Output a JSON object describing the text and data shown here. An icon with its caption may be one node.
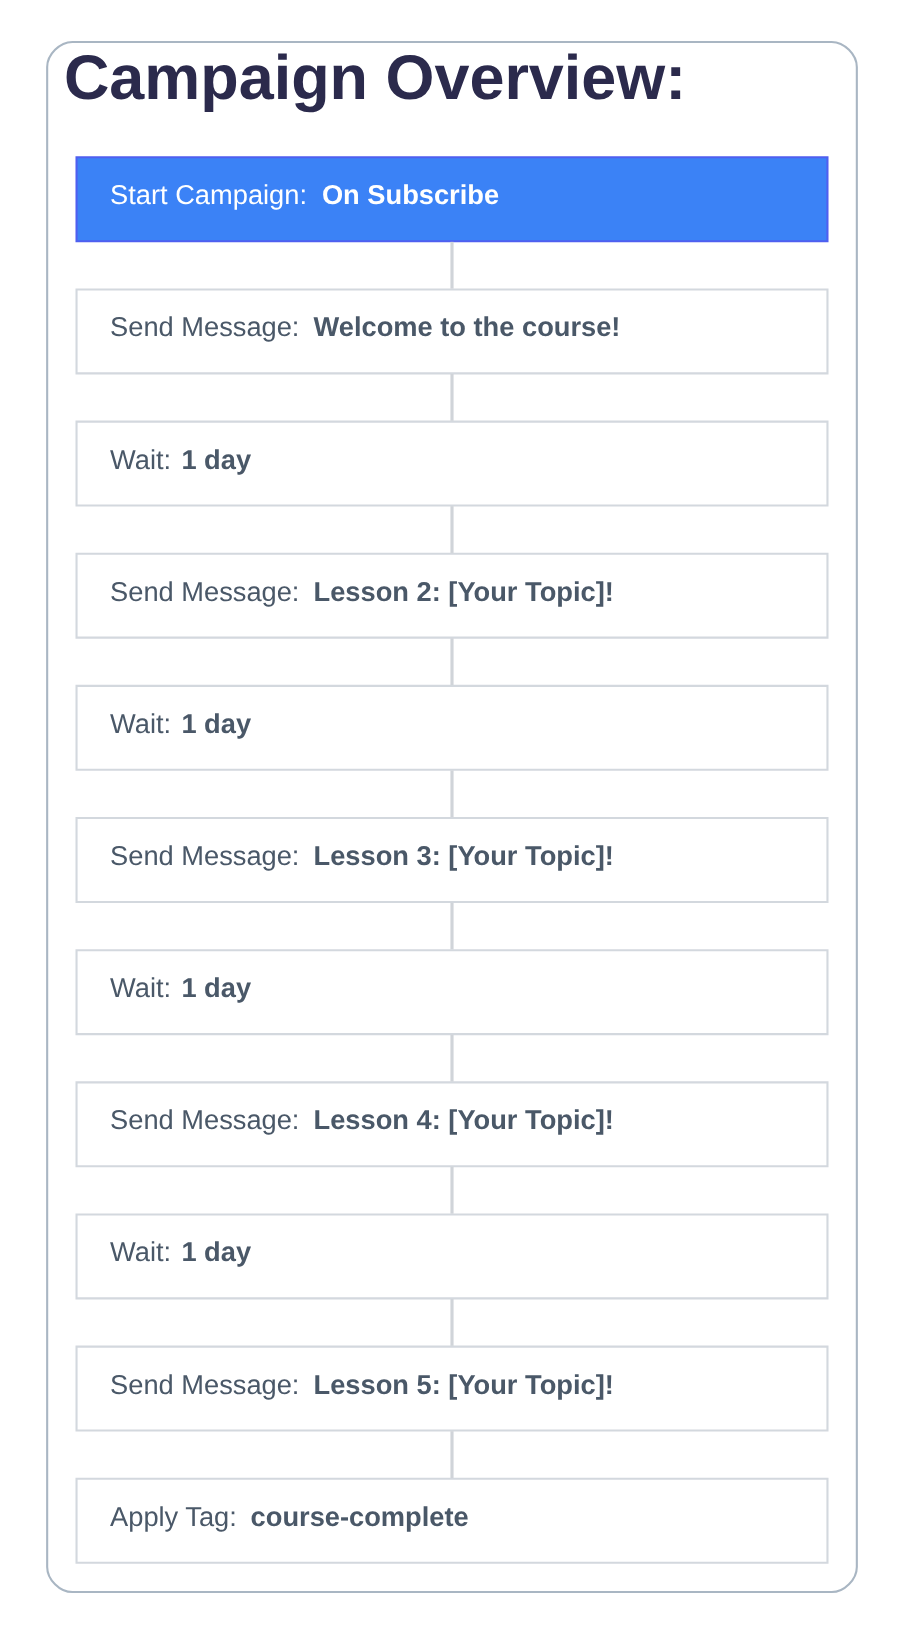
{
  "diagram": {
    "nodes": [
      {
        "text": [
          "Campaign Overview:"
        ]
      },
      {
        "text": [
          "Start Campaign: **On Subscribe**"
        ],
        "in": 0
      },
      {
        "text": [
          "Send Message: **Welcome to the course!**"
        ],
        "in": 0
      },
      {
        "text": [
          "Wait: **1 day**"
        ],
        "in": 0
      },
      {
        "text": [
          "Send Message: **Lesson 2: [Your Topic]!**"
        ],
        "in": 0
      },
      {
        "text": [
          "Wait: **1 day**"
        ],
        "in": 0
      },
      {
        "text": [
          "Send Message: **Lesson 3: [Your Topic]!**"
        ],
        "in": 0
      },
      {
        "text": [
          "Wait: **1 day**"
        ],
        "in": 0
      },
      {
        "text": [
          "Send Message: **Lesson 4: [Your Topic]!**"
        ],
        "in": 0
      },
      {
        "text": [
          "Wait: **1 day**"
        ],
        "in": 0
      },
      {
        "text": [
          "Send Message: **Lesson 5: [Your Topic]!**"
        ],
        "in": 0
      },
      {
        "text": [
          "Apply Tag: **course-complete**"
        ],
        "in": 0
      }
    ],
    "edges": [
      {
        "from": 1,
        "to": 2,
        "arrow": "none"
      },
      {
        "from": 2,
        "to": 3,
        "arrow": "none"
      },
      {
        "from": 3,
        "to": 4,
        "arrow": "none"
      },
      {
        "from": 4,
        "to": 5,
        "arrow": "none"
      },
      {
        "from": 5,
        "to": 6,
        "arrow": "none"
      },
      {
        "from": 6,
        "to": 7,
        "arrow": "none"
      },
      {
        "from": 7,
        "to": 8,
        "arrow": "none"
      },
      {
        "from": 8,
        "to": 9,
        "arrow": "none"
      },
      {
        "from": 9,
        "to": 10,
        "arrow": "none"
      },
      {
        "from": 10,
        "to": 11,
        "arrow": "none"
      }
    ]
  }
}
